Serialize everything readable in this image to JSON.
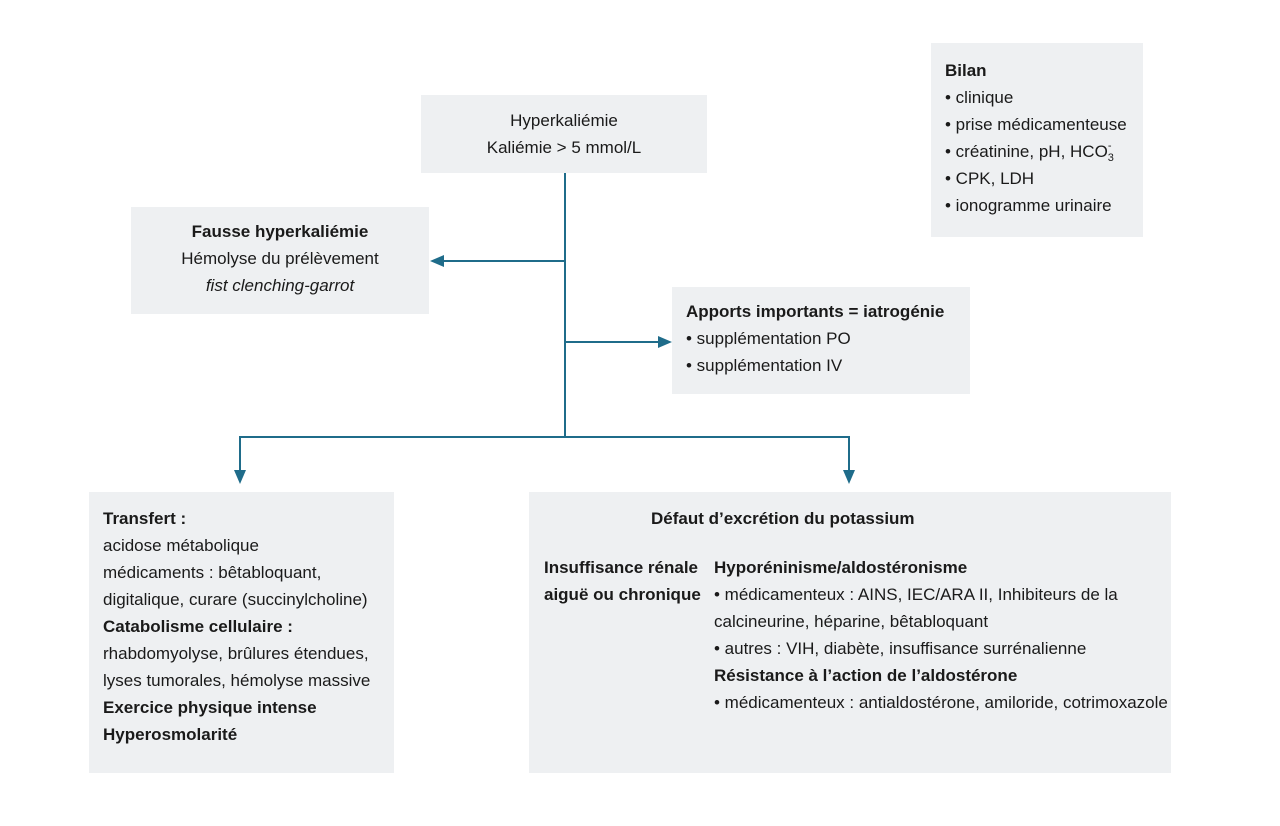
{
  "root": {
    "title": "Hyperkaliémie",
    "subtitle": "Kaliémie > 5 mmol/L"
  },
  "bilan": {
    "title": "Bilan",
    "items": [
      "• clinique",
      "• prise médicamenteuse",
      "• CPK, LDH",
      "• ionogramme urinaire"
    ],
    "creat": {
      "text": "• créatinine, pH, HCO",
      "sub": "3",
      "sup": "-"
    }
  },
  "fausse": {
    "title": "Fausse hyperkaliémie",
    "line1": "Hémolyse du prélèvement",
    "line2": "fist clenching-garrot"
  },
  "apports": {
    "title": "Apports importants = iatrogénie",
    "items": [
      "• supplémentation PO",
      "• supplémentation IV"
    ]
  },
  "transfert": {
    "title": "Transfert :",
    "lines": [
      "acidose métabolique",
      "médicaments : bêtabloquant,",
      "digitalique, curare (succinylcholine)"
    ],
    "catabolisme_title": "Catabolisme cellulaire :",
    "catabolisme_lines": [
      "rhabdomyolyse, brûlures étendues,",
      "lyses tumorales, hémolyse massive"
    ],
    "exercice": "Exercice physique intense",
    "hyperosmolarite": "Hyperosmolarité"
  },
  "defaut": {
    "title": "Défaut d’excrétion du potassium",
    "ir_line1": "Insuffisance rénale",
    "ir_line2": "aiguë ou chronique",
    "hypo_title": "Hyporéninisme/aldostéronisme",
    "hypo_lines": [
      "• médicamenteux : AINS, IEC/ARA II, Inhibiteurs de la",
      "calcineurine, héparine, bêtabloquant",
      "• autres : VIH, diabète, insuffisance surrénalienne"
    ],
    "resistance_title": "Résistance à l’action de l’aldostérone",
    "resistance_lines": [
      "• médicamenteux : antialdostérone, amiloride, cotrimoxazole"
    ]
  },
  "colors": {
    "box": "#eef0f2",
    "arrow": "#1f6c8a",
    "text": "#1a1a1a"
  }
}
